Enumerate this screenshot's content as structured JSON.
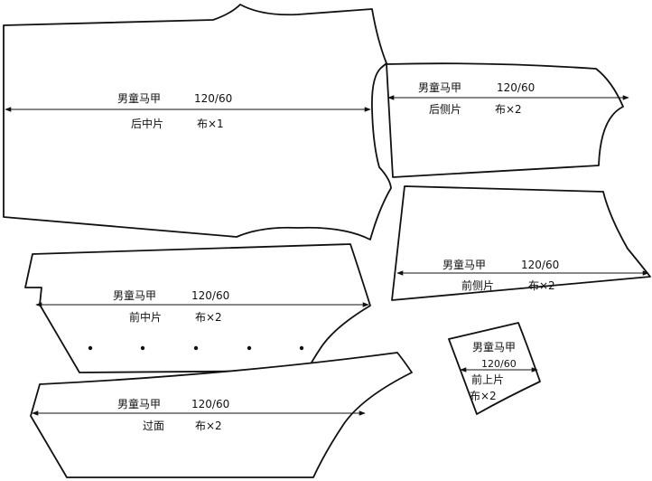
{
  "pieces": [
    {
      "id": "back-center",
      "title": "男童马甲",
      "size": "120/60",
      "part": "后中片",
      "qty": "布×1"
    },
    {
      "id": "back-side",
      "title": "男童马甲",
      "size": "120/60",
      "part": "后侧片",
      "qty": "布×2"
    },
    {
      "id": "front-side",
      "title": "男童马甲",
      "size": "120/60",
      "part": "前侧片",
      "qty": "布×2"
    },
    {
      "id": "front-center",
      "title": "男童马甲",
      "size": "120/60",
      "part": "前中片",
      "qty": "布×2"
    },
    {
      "id": "facing",
      "title": "男童马甲",
      "size": "120/60",
      "part": "过面",
      "qty": "布×2"
    },
    {
      "id": "front-upper",
      "title": "男童马甲",
      "size": "120/60",
      "part": "前上片",
      "qty": "布×2"
    }
  ],
  "buttonholes": 5
}
